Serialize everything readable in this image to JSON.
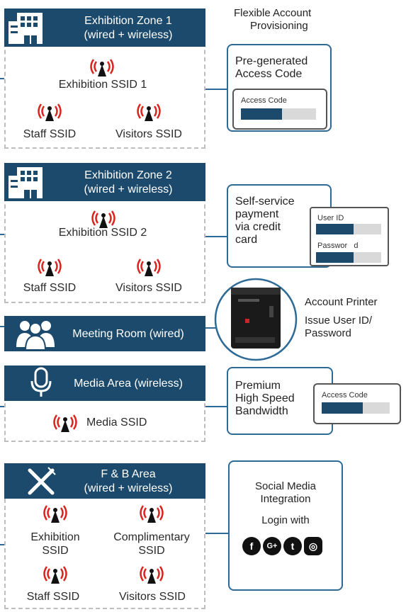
{
  "zones": {
    "zone1": {
      "title1": "Exhibition Zone 1",
      "title2": "(wired + wireless)",
      "ssid_main": "Exhibition SSID 1",
      "ssid_left": "Staff SSID",
      "ssid_right": "Visitors SSID"
    },
    "zone2": {
      "title1": "Exhibition Zone 2",
      "title2": "(wired + wireless)",
      "ssid_main": "Exhibition SSID 2",
      "ssid_left": "Staff SSID",
      "ssid_right": "Visitors SSID"
    },
    "meeting": {
      "title": "Meeting Room (wired)"
    },
    "media": {
      "title": "Media Area (wireless)",
      "ssid": "Media SSID"
    },
    "fb": {
      "title1": "F & B Area",
      "title2": "(wired + wireless)",
      "ssid_tl1": "Exhibition",
      "ssid_tl2": "SSID",
      "ssid_tr1": "Complimentary",
      "ssid_tr2": "SSID",
      "ssid_bl": "Staff SSID",
      "ssid_br": "Visitors SSID"
    }
  },
  "right": {
    "header1": "Flexible Account",
    "header2": "Provisioning",
    "pregen1": "Pre-generated",
    "pregen2": "Access Code",
    "access_code": "Access Code",
    "self1": "Self-service",
    "self2": "payment",
    "self3": "via credit",
    "self4": "card",
    "user_id": "User ID",
    "password": "Passwor",
    "password_end": "d",
    "printer": "Account Printer",
    "issue1": "Issue User ID/",
    "issue2": "Password",
    "premium1": "Premium",
    "premium2": "High Speed",
    "premium3": "Bandwidth",
    "access_code2": "Access Code",
    "social1": "Social Media",
    "social2": "Integration",
    "login": "Login with",
    "icons": {
      "facebook": "f",
      "google": "G+",
      "twitter": "t",
      "instagram": "◎"
    }
  },
  "colors": {
    "header": "#1c4a6c",
    "wifi": "#d8251e",
    "border": "#2d6a96"
  },
  "progress": {
    "access_code_fill": 0.55,
    "user_id_fill": 0.58,
    "password_fill": 0.58,
    "access_code2_fill": 0.6
  }
}
